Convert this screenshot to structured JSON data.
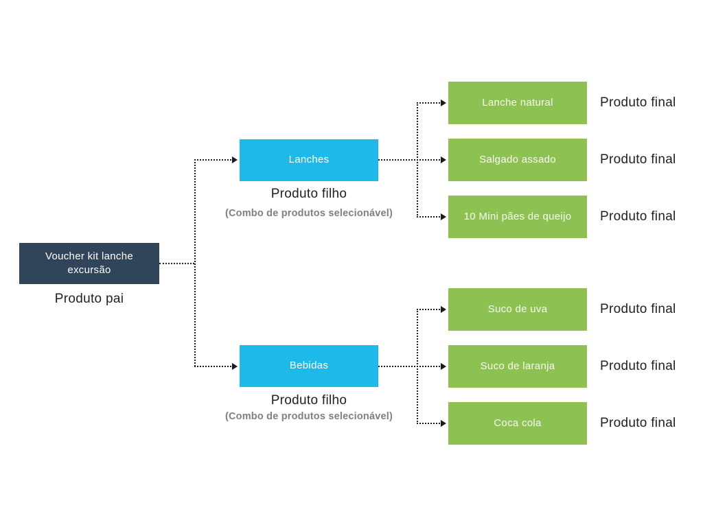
{
  "diagram": {
    "root": {
      "label": "Voucher kit lanche excursão",
      "caption": "Produto pai"
    },
    "children": [
      {
        "label": "Lanches",
        "caption": "Produto filho",
        "subcaption": "(Combo de produtos selecionável)",
        "items": [
          {
            "label": "Lanche natural",
            "caption": "Produto final"
          },
          {
            "label": "Salgado assado",
            "caption": "Produto final"
          },
          {
            "label": "10 Mini pães de queijo",
            "caption": "Produto final"
          }
        ]
      },
      {
        "label": "Bebidas",
        "caption": "Produto filho",
        "subcaption": "(Combo de produtos selecionável)",
        "items": [
          {
            "label": "Suco de uva",
            "caption": "Produto final"
          },
          {
            "label": "Suco de laranja",
            "caption": "Produto final"
          },
          {
            "label": "Coca cola",
            "caption": "Produto final"
          }
        ]
      }
    ],
    "colors": {
      "parent": "#31455A",
      "child": "#1FB9E9",
      "leaf": "#8DC152",
      "connector": "#1a1a1a",
      "caption": "#212121",
      "subcaption": "#7f7f7f"
    }
  }
}
